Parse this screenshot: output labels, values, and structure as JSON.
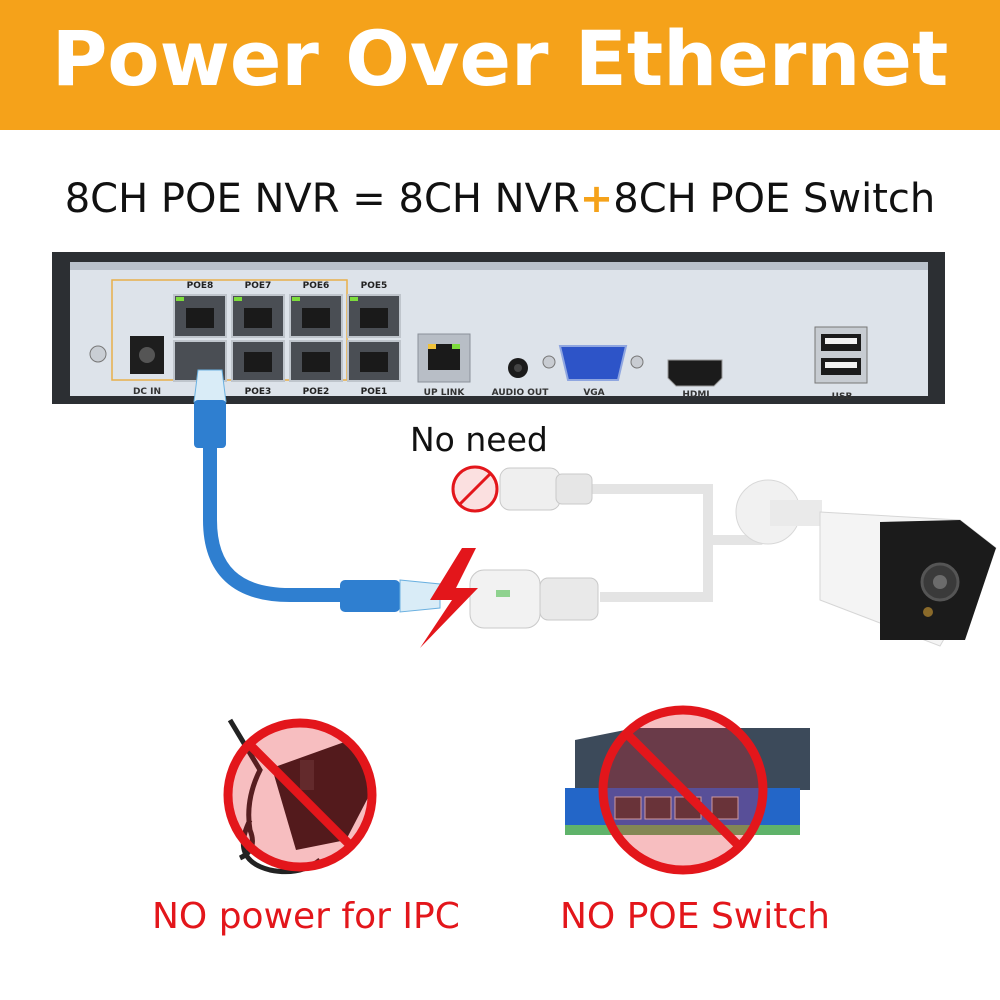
{
  "header": {
    "title": "Power Over Ethernet"
  },
  "equation": {
    "left": "8CH POE NVR = 8CH NVR",
    "plus": "+",
    "right": "8CH POE Switch"
  },
  "nvr": {
    "top_port_labels": [
      "POE8",
      "POE7",
      "POE6",
      "POE5"
    ],
    "bottom_port_labels": [
      "",
      "POE3",
      "POE2",
      "POE1"
    ],
    "dc_in": "DC IN",
    "uplink": "UP LINK",
    "audio_out": "AUDIO OUT",
    "vga": "VGA",
    "hdmi": "HDMI",
    "usb": "USB"
  },
  "camera_connection": {
    "no_need": "No need"
  },
  "captions": {
    "no_power": "NO power for IPC",
    "no_switch": "NO POE Switch"
  },
  "colors": {
    "accent": "#f5a21a",
    "warning_red": "#e3161b",
    "cable_blue": "#2f7fd0",
    "nvr_panel": "#dfe4ea"
  }
}
